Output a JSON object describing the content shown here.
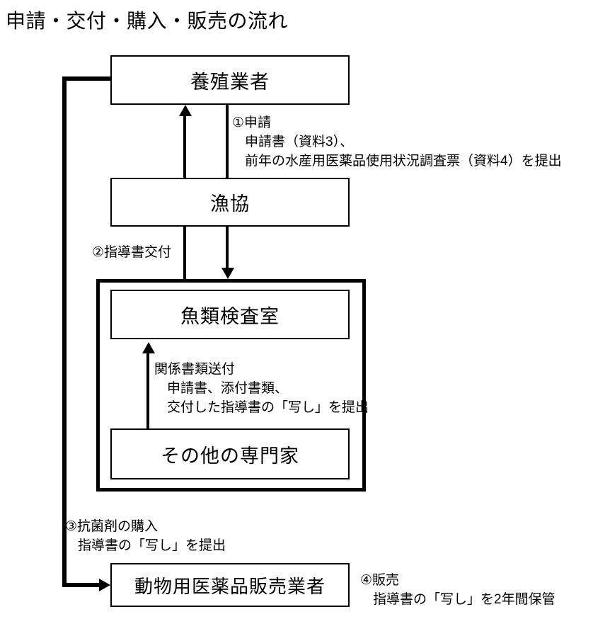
{
  "title": "申請・交付・購入・販売の流れ",
  "nodes": {
    "farmer": "養殖業者",
    "coop": "漁協",
    "fishlab": "魚類検査室",
    "experts": "その他の専門家",
    "dealer": "動物用医薬品販売業者"
  },
  "notes": {
    "apply": {
      "line1": "①申請",
      "line2": "申請書（資料3）、",
      "line3": "前年の水産用医薬品使用状況調査票（資料4）を提出"
    },
    "guidance": {
      "line1": "②指導書交付"
    },
    "documents": {
      "line1": "関係書類送付",
      "line2": "申請書、添付書類、",
      "line3": "交付した指導書の「写し」を提出"
    },
    "purchase": {
      "line1": "③抗菌剤の購入",
      "line2": "指導書の「写し」を提出"
    },
    "sale": {
      "line1": "④販売",
      "line2": "指導書の「写し」を2年間保管"
    }
  },
  "colors": {
    "line": "#000000",
    "background": "#ffffff",
    "text": "#000000"
  }
}
